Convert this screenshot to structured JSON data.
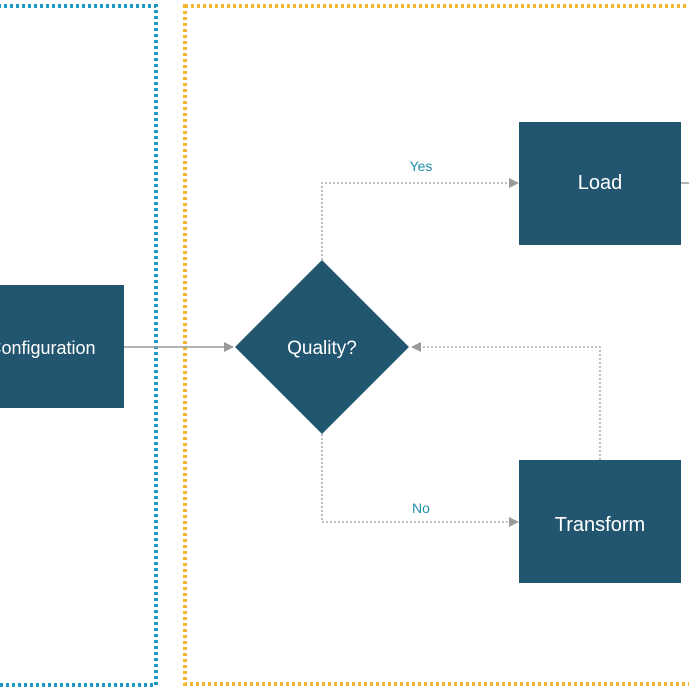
{
  "diagram": {
    "colors": {
      "node_fill": "#22556f",
      "node_text": "#ffffff",
      "edge": "#9a9a9a",
      "edge_label": "#1f8fa8",
      "left_group_border": "#1f9bc2",
      "right_group_border": "#f5b531",
      "background": "#ffffff"
    },
    "nodes": {
      "configuration": {
        "label": "Configuration",
        "shape": "rectangle"
      },
      "quality": {
        "label": "Quality?",
        "shape": "diamond"
      },
      "load": {
        "label": "Load",
        "shape": "rectangle"
      },
      "transform": {
        "label": "Transform",
        "shape": "rectangle"
      }
    },
    "edges": {
      "configuration_to_quality": {
        "from": "Configuration",
        "to": "Quality?",
        "style": "solid",
        "label": ""
      },
      "quality_to_load": {
        "from": "Quality?",
        "to": "Load",
        "style": "dotted",
        "label": "Yes"
      },
      "quality_to_transform": {
        "from": "Quality?",
        "to": "Transform",
        "style": "dotted",
        "label": "No"
      },
      "transform_to_quality": {
        "from": "Transform",
        "to": "Quality?",
        "style": "dotted",
        "label": ""
      },
      "load_outgoing": {
        "from": "Load",
        "to": "",
        "style": "solid",
        "label": ""
      }
    },
    "groups": {
      "left": {
        "border_style": "dotted",
        "color_name": "blue"
      },
      "right": {
        "border_style": "dotted",
        "color_name": "orange"
      }
    }
  }
}
